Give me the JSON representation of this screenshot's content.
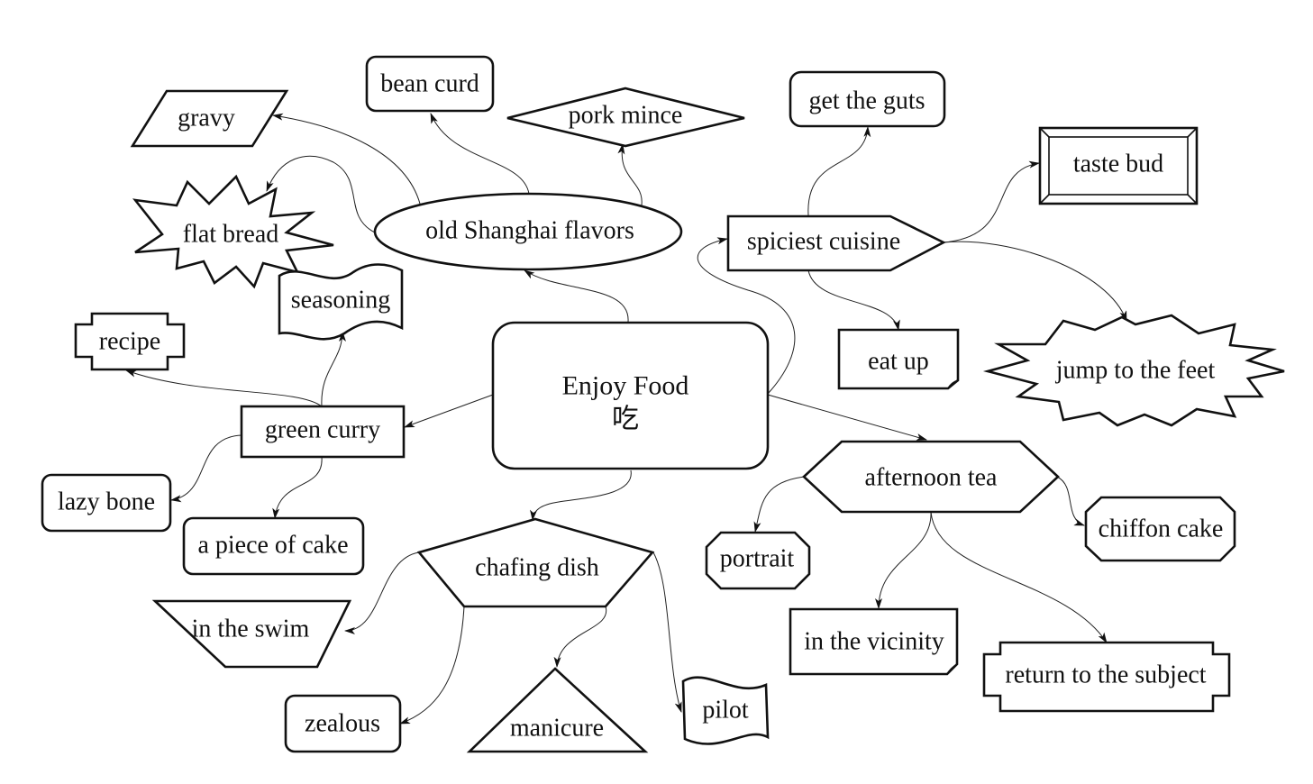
{
  "diagram": {
    "center": {
      "line1": "Enjoy Food",
      "line2": "吃"
    },
    "nodes": {
      "gravy": "gravy",
      "bean_curd": "bean curd",
      "pork_mince": "pork mince",
      "get_the_guts": "get the guts",
      "taste_bud": "taste bud",
      "flat_bread": "flat bread",
      "old_shanghai_flavors": "old Shanghai flavors",
      "spiciest_cuisine": "spiciest cuisine",
      "seasoning": "seasoning",
      "recipe": "recipe",
      "eat_up": "eat up",
      "jump_to_the_feet": "jump to the feet",
      "green_curry": "green curry",
      "afternoon_tea": "afternoon tea",
      "lazy_bone": "lazy bone",
      "a_piece_of_cake": "a piece of cake",
      "chiffon_cake": "chiffon cake",
      "chafing_dish": "chafing dish",
      "portrait": "portrait",
      "in_the_swim": "in the swim",
      "in_the_vicinity": "in the vicinity",
      "return_to_the_subject": "return to the subject",
      "zealous": "zealous",
      "manicure": "manicure",
      "pilot": "pilot"
    }
  }
}
